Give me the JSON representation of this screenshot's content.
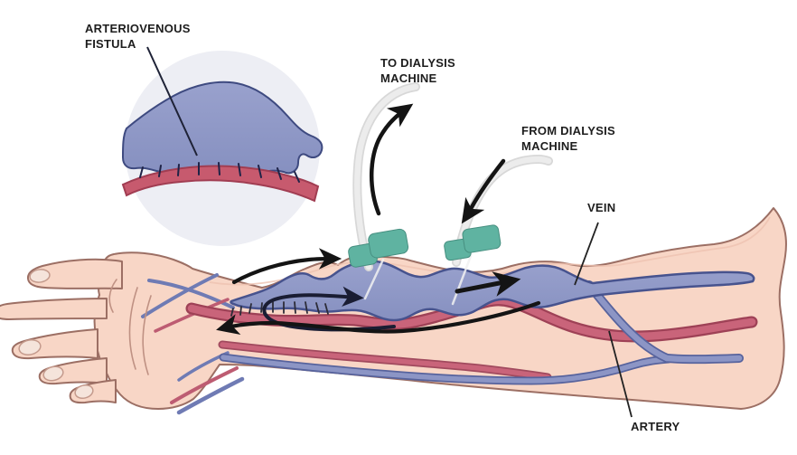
{
  "figure": {
    "type": "medical-illustration",
    "subject": "Arteriovenous fistula in a forearm used for hemodialysis access",
    "labels": {
      "avf": {
        "line1": "ARTERIOVENOUS",
        "line2": "FISTULA"
      },
      "to_dialysis": {
        "line1": "TO DIALYSIS",
        "line2": "MACHINE"
      },
      "from_dialysis": {
        "line1": "FROM DIALYSIS",
        "line2": "MACHINE"
      },
      "vein": "VEIN",
      "artery": "ARTERY"
    },
    "palette": {
      "background": "#ffffff",
      "skin": "#f8d6c6",
      "skin_outline": "#9c6f64",
      "vein_fill": "#8c95c5",
      "vein_outline": "#47538e",
      "artery_fill": "#c9647a",
      "artery_outline": "#9e4156",
      "inset_background": "#edeef4",
      "needle_wing_teal": "#5fb3a1",
      "tube_gray": "#e0e0e0",
      "arrow_black": "#141414",
      "label_text": "#1d1d1d"
    }
  }
}
